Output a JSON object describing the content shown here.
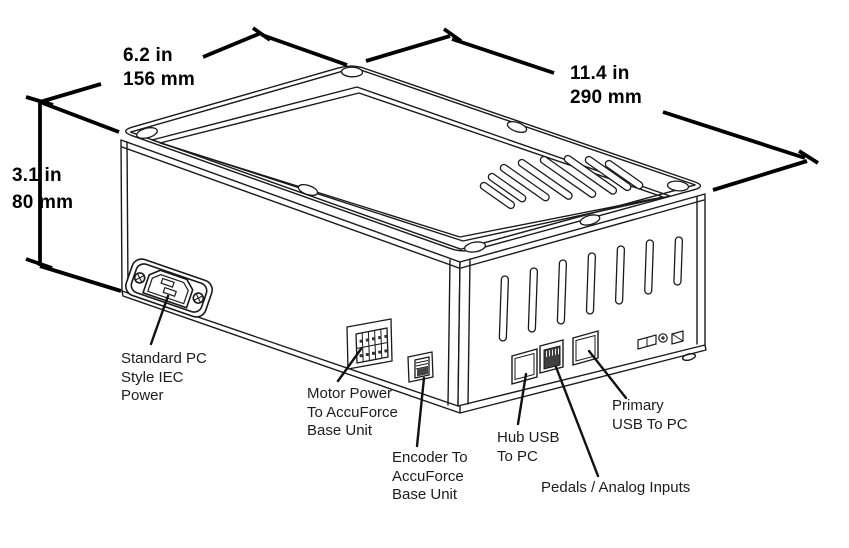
{
  "dimensions": {
    "width": {
      "inches": "6.2 in",
      "mm": "156 mm"
    },
    "length": {
      "inches": "11.4 in",
      "mm": "290 mm"
    },
    "height": {
      "inches": "3.1 in",
      "mm": "80 mm"
    }
  },
  "callouts": {
    "iec_power": "Standard PC\nStyle IEC\nPower",
    "motor_power": "Motor Power\nTo AccuForce\nBase Unit",
    "encoder": "Encoder To\nAccuForce\nBase Unit",
    "hub_usb": "Hub USB\nTo PC",
    "primary_usb": "Primary\nUSB To PC",
    "pedals": "Pedals / Analog Inputs"
  },
  "colors": {
    "background": "#ffffff",
    "line_art": "#1a1a1a",
    "dimension_lines": "#000000",
    "text": "#000000"
  }
}
